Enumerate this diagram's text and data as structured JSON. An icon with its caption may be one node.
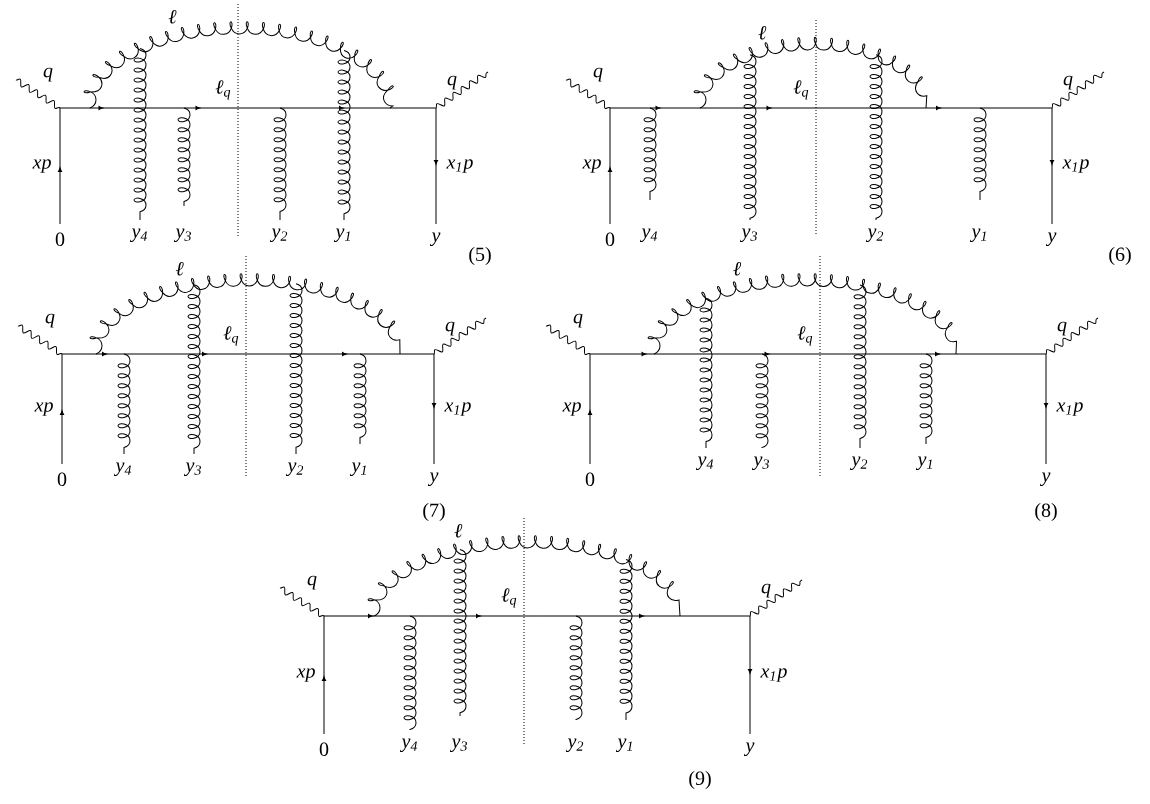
{
  "diagram": {
    "labels": [
      "ℓ",
      "q",
      "ℓ$_{q}$",
      "q",
      "xp",
      "x$_{1}$p",
      "0",
      "y$_{4}$",
      "y$_{3}$",
      "y$_{2}$",
      "y$_{1}$",
      "y",
      "(5)",
      "ℓ",
      "q",
      "ℓ$_{q}$",
      "q",
      "xp",
      "x$_{1}$p",
      "0",
      "y$_{4}$",
      "y$_{3}$",
      "y$_{2}$",
      "y$_{1}$",
      "y",
      "(6)",
      "ℓ",
      "q",
      "ℓ$_{q}$",
      "q",
      "xp",
      "x$_{1}$p",
      "0",
      "y$_{4}$",
      "y$_{3}$",
      "y$_{2}$",
      "y$_{1}$",
      "y",
      "(7)",
      "ℓ",
      "q",
      "ℓ$_{q}$",
      "q",
      "xp",
      "x$_{1}$p",
      "0",
      "y$_{4}$",
      "y$_{3}$",
      "y$_{2}$",
      "y$_{1}$",
      "y",
      "(8)",
      "ℓ",
      "q",
      "ℓ$_{q}$",
      "q",
      "xp",
      "x$_{1}$p",
      "0",
      "y$_{4}$",
      "y$_{3}$",
      "y$_{2}$",
      "y$_{1}$",
      "y",
      "(9)"
    ]
  }
}
